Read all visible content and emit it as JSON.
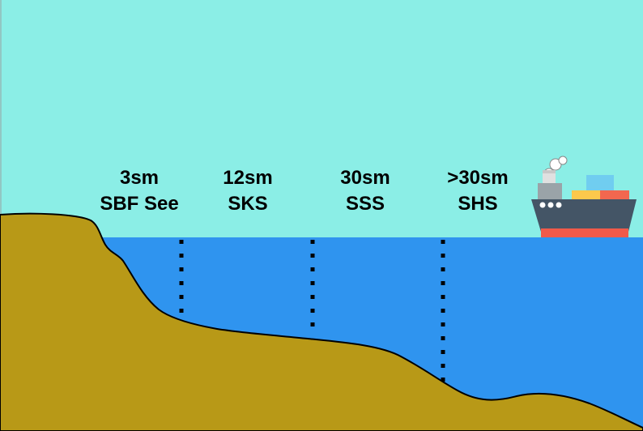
{
  "zones": [
    {
      "distance": "3sm",
      "name": "SBF See"
    },
    {
      "distance": "12sm",
      "name": "SKS"
    },
    {
      "distance": "30sm",
      "name": "SSS"
    },
    {
      "distance": ">30sm",
      "name": "SHS"
    }
  ],
  "colors": {
    "sky": "#8beee6",
    "sea": "#2f94ef",
    "land": "#b89917",
    "outline": "#000000",
    "ship_hull": "#445566",
    "ship_stripe": "#f05a4a",
    "container_yellow": "#fcc84c",
    "container_red": "#f2674f",
    "container_blue": "#70cdf0"
  },
  "icons": [
    "cargo-ship-icon"
  ]
}
